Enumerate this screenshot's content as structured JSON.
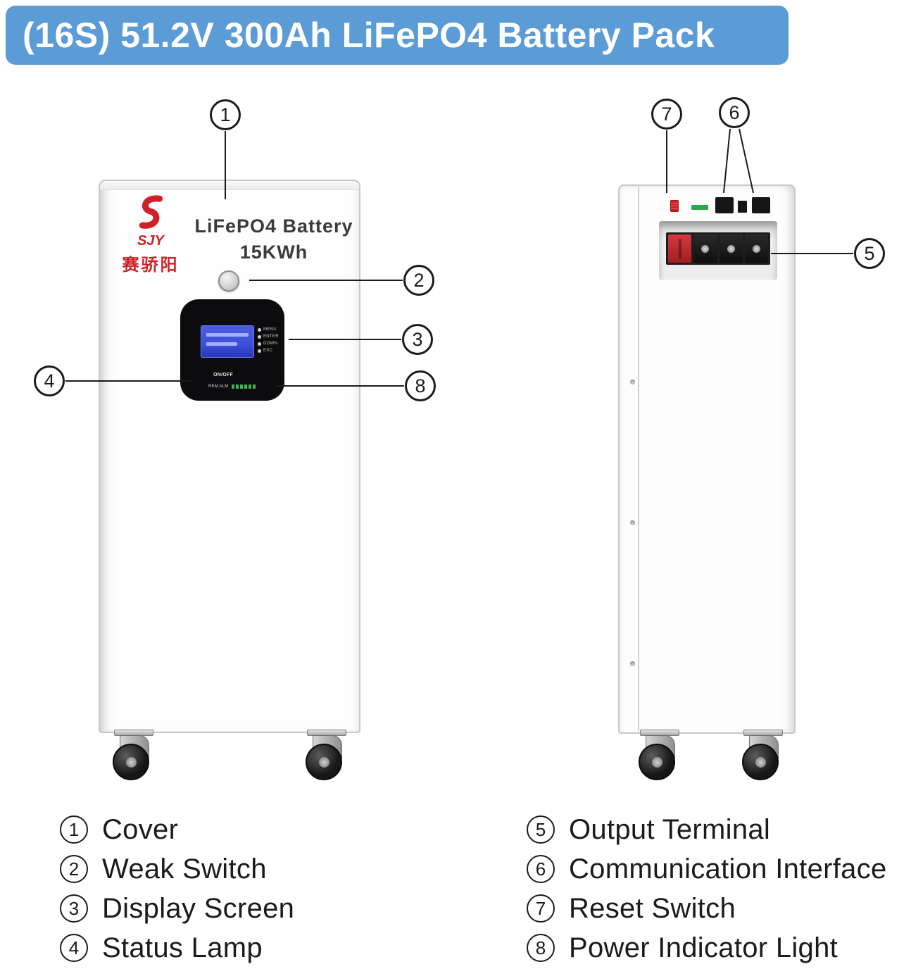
{
  "colors": {
    "header_bg": "#5b9cd6",
    "brand_red": "#cf2127",
    "lcd_blue": "#3c50d8",
    "led_green": "#3db54a",
    "ink": "#1b1b1d"
  },
  "header": {
    "title": "(16S) 51.2V 300Ah LiFePO4 Battery Pack"
  },
  "front_view": {
    "brand": "SJY",
    "brand_cn": "赛骄阳",
    "product_line1": "LiFePO4 Battery",
    "product_line2": "15KWh",
    "panel": {
      "buttons": [
        "MENU",
        "ENTER",
        "DOWN",
        "ESC"
      ],
      "onoff_label": "ON/OFF",
      "rem_alm_label": "REM ALM"
    }
  },
  "legend": {
    "left": [
      {
        "num": "1",
        "label": "Cover"
      },
      {
        "num": "2",
        "label": "Weak Switch"
      },
      {
        "num": "3",
        "label": "Display Screen"
      },
      {
        "num": "4",
        "label": "Status Lamp"
      }
    ],
    "right": [
      {
        "num": "5",
        "label": "Output Terminal"
      },
      {
        "num": "6",
        "label": "Communication Interface"
      },
      {
        "num": "7",
        "label": "Reset Switch"
      },
      {
        "num": "8",
        "label": "Power Indicator Light"
      }
    ]
  }
}
